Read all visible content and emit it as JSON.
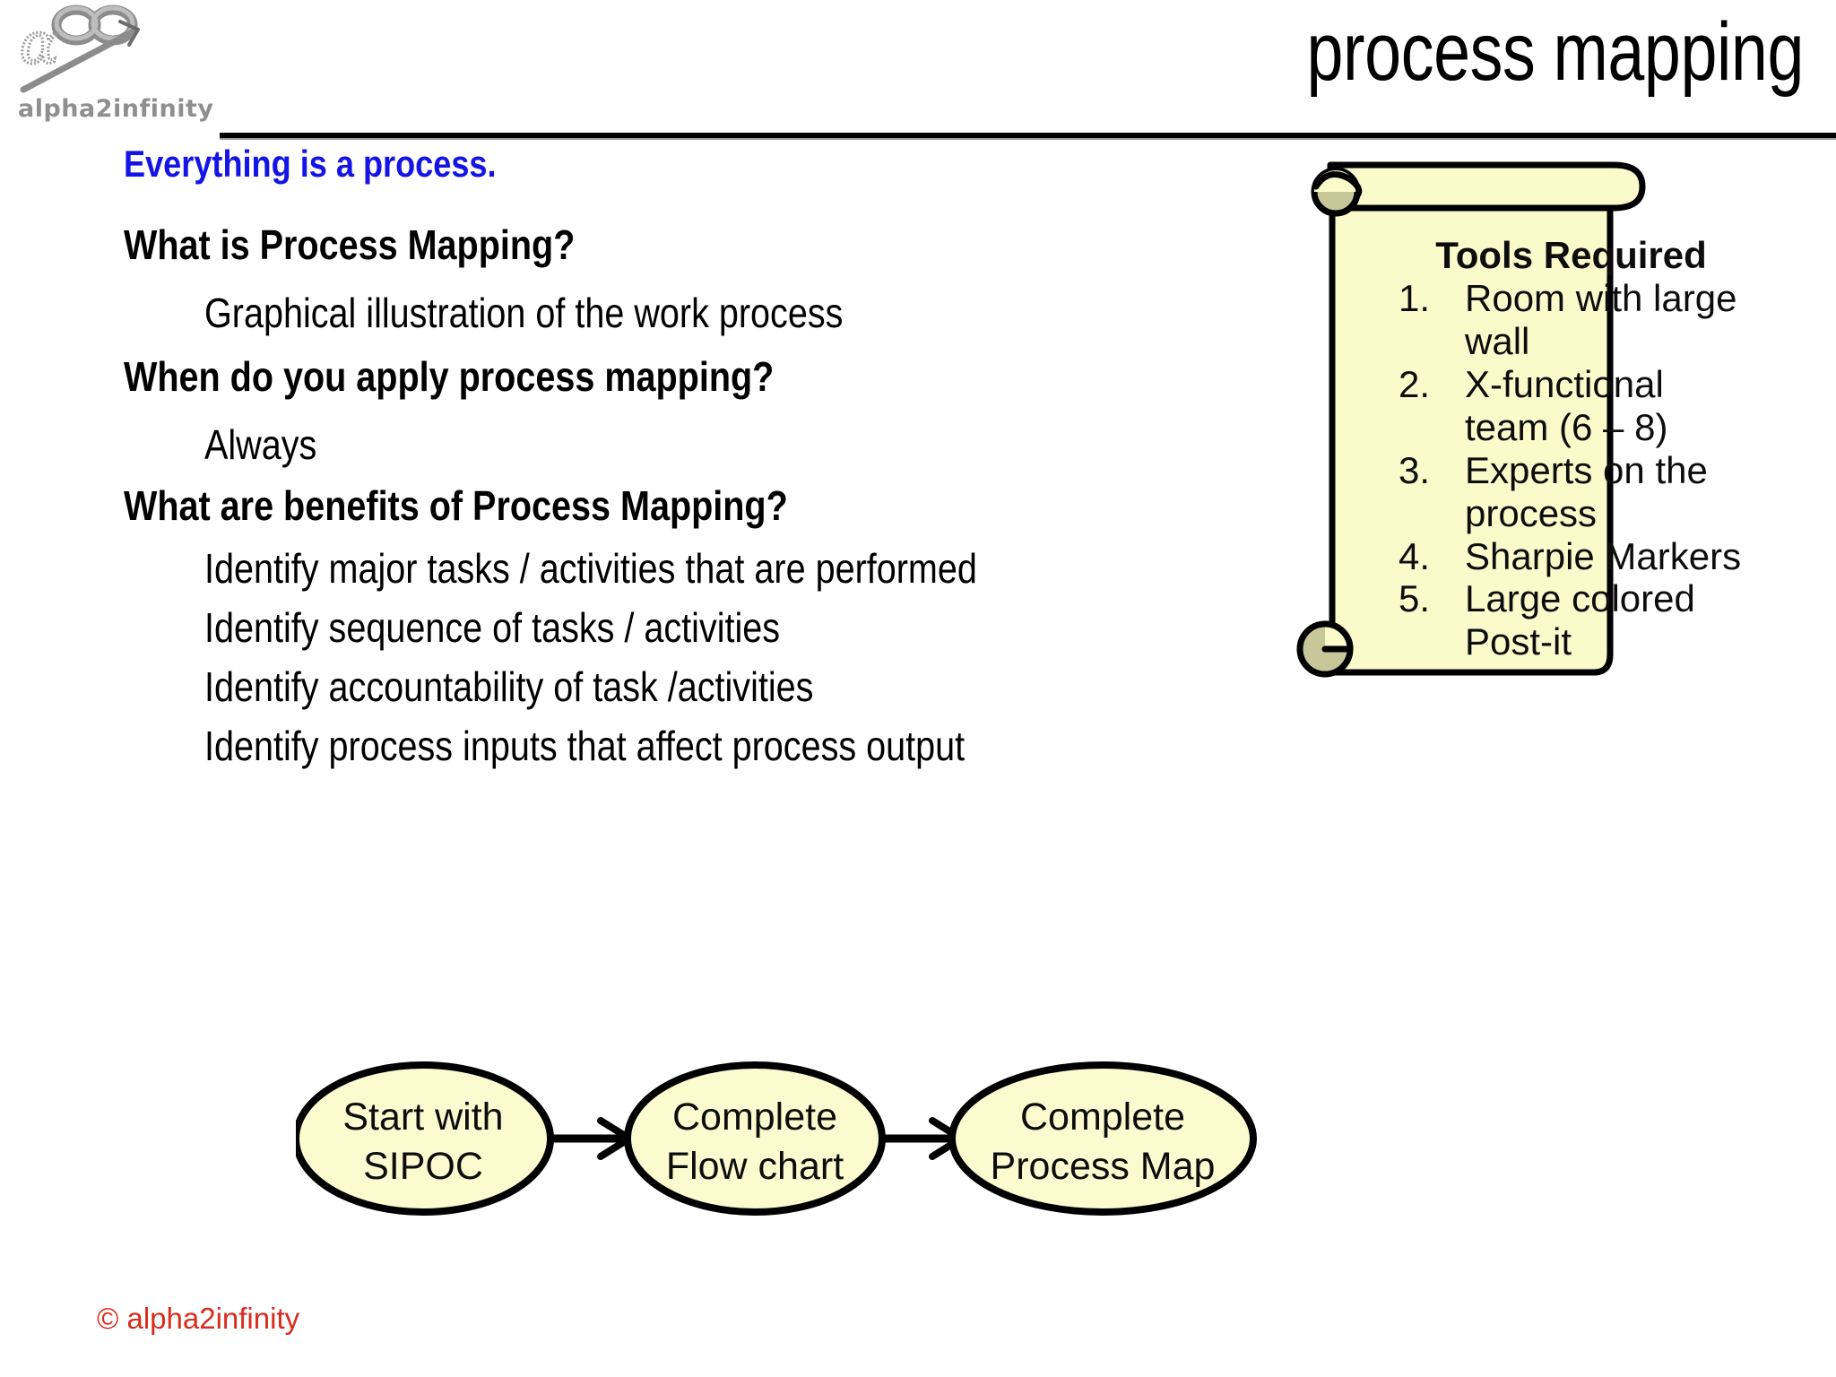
{
  "header": {
    "title": "process mapping",
    "logo_text": "alpha2infinity",
    "logo_alpha": "α",
    "logo_infinity": "∞"
  },
  "content": {
    "lead": "Everything is a process.",
    "blocks": [
      {
        "question": "What is Process Mapping?",
        "answers": [
          "Graphical illustration of the work process"
        ]
      },
      {
        "question": "When do you apply process mapping?",
        "answers": [
          "Always"
        ]
      },
      {
        "question": "What are benefits of Process Mapping?",
        "answers": [
          "Identify major tasks / activities that are performed",
          "Identify sequence of tasks / activities",
          "Identify accountability of task /activities",
          "Identify process inputs that affect process output"
        ]
      }
    ]
  },
  "tools_panel": {
    "title": "Tools Required",
    "items": [
      {
        "number": "1.",
        "label": "Room with large wall"
      },
      {
        "number": "2.",
        "label": "X-functional team (6 – 8)"
      },
      {
        "number": "3.",
        "label": "Experts on the process"
      },
      {
        "number": "4.",
        "label": "Sharpie Markers"
      },
      {
        "number": "5.",
        "label": "Large colored Post-it"
      }
    ]
  },
  "flow_chart": {
    "nodes": [
      {
        "line1": "Start with",
        "line2": "SIPOC"
      },
      {
        "line1": "Complete",
        "line2": "Flow chart"
      },
      {
        "line1": "Complete",
        "line2": "Process Map"
      }
    ],
    "connector_count": 2
  },
  "footer": {
    "copyright": "© alpha2infinity"
  },
  "colors": {
    "accent_blue": "#1414E6",
    "copyright_red": "#D92B1C",
    "parchment_fill": "#FBFACB",
    "parchment_curl": "#C8C79A",
    "ellipse_fill": "#FCFBCF",
    "outline": "#000000"
  }
}
